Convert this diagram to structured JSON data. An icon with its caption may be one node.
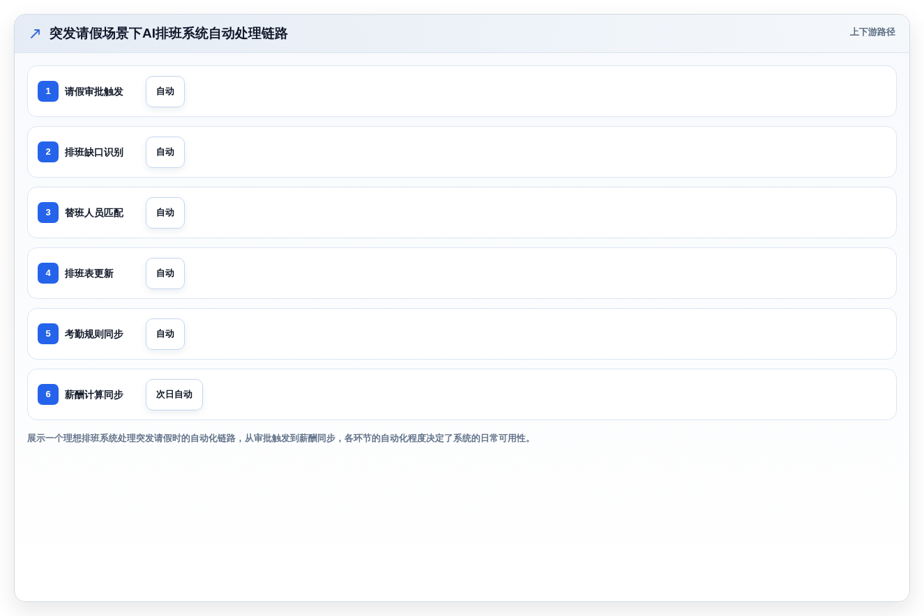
{
  "diagram": {
    "title": "突发请假场景下AI排班系统自动处理链路",
    "caption": "展示一个理想排班系统处理突发请假时的自动化链路，从审批触发到薪酬同步，各环节的自动化程度决定了系统的日常可用性。",
    "nodes": [
      {
        "text": [
          "请假审批触发"
        ]
      },
      {
        "text": [
          "1"
        ],
        "in": 0
      },
      {
        "text": [
          "自动"
        ],
        "in": 0
      },
      {
        "text": [
          "排班缺口识别"
        ]
      },
      {
        "text": [
          "2"
        ],
        "in": 3
      },
      {
        "text": [
          "自动"
        ],
        "in": 3
      },
      {
        "text": [
          "替班人员匹配"
        ]
      },
      {
        "text": [
          "3"
        ],
        "in": 6
      },
      {
        "text": [
          "自动"
        ],
        "in": 6
      },
      {
        "text": [
          "排班表更新"
        ]
      },
      {
        "text": [
          "4"
        ],
        "in": 9
      },
      {
        "text": [
          "自动"
        ],
        "in": 9
      },
      {
        "text": [
          "考勤规则同步"
        ]
      },
      {
        "text": [
          "5"
        ],
        "in": 12
      },
      {
        "text": [
          "自动"
        ],
        "in": 12
      },
      {
        "text": [
          "薪酬计算同步"
        ]
      },
      {
        "text": [
          "6"
        ],
        "in": 15
      },
      {
        "text": [
          "次日自动"
        ],
        "in": 15
      }
    ],
    "labels": [
      "上下游路径"
    ]
  }
}
